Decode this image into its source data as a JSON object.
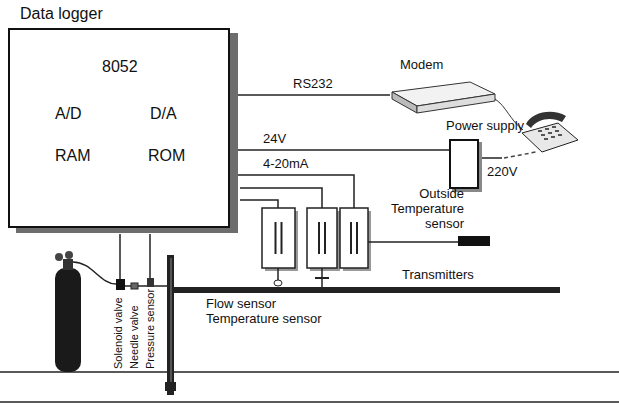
{
  "diagram": {
    "nodes": [
      {
        "text": [
          "Data logger",
          "8052",
          "A/D",
          "D/A",
          "RAM",
          "ROM"
        ]
      },
      {
        "text": [
          "Modem"
        ]
      },
      {
        "text": [
          "Power supply",
          "220V"
        ]
      },
      {
        "text": [
          "Transmitters"
        ]
      },
      {
        "text": [
          "Outside Temperature sensor"
        ]
      }
    ],
    "edges": [
      {
        "from": 0,
        "to": 1,
        "arrow": "none",
        "label": "RS232"
      },
      {
        "from": 0,
        "to": 2,
        "arrow": "none",
        "label": "24V"
      },
      {
        "from": 0,
        "to": 3,
        "arrow": "none",
        "label": "4-20mA"
      },
      {
        "from": 3,
        "to": 4,
        "arrow": "none"
      }
    ],
    "labels": [
      "Solenoid valve",
      "Needle valve",
      "Pressure sensor",
      "Flow sensor",
      "Temperature sensor"
    ]
  }
}
